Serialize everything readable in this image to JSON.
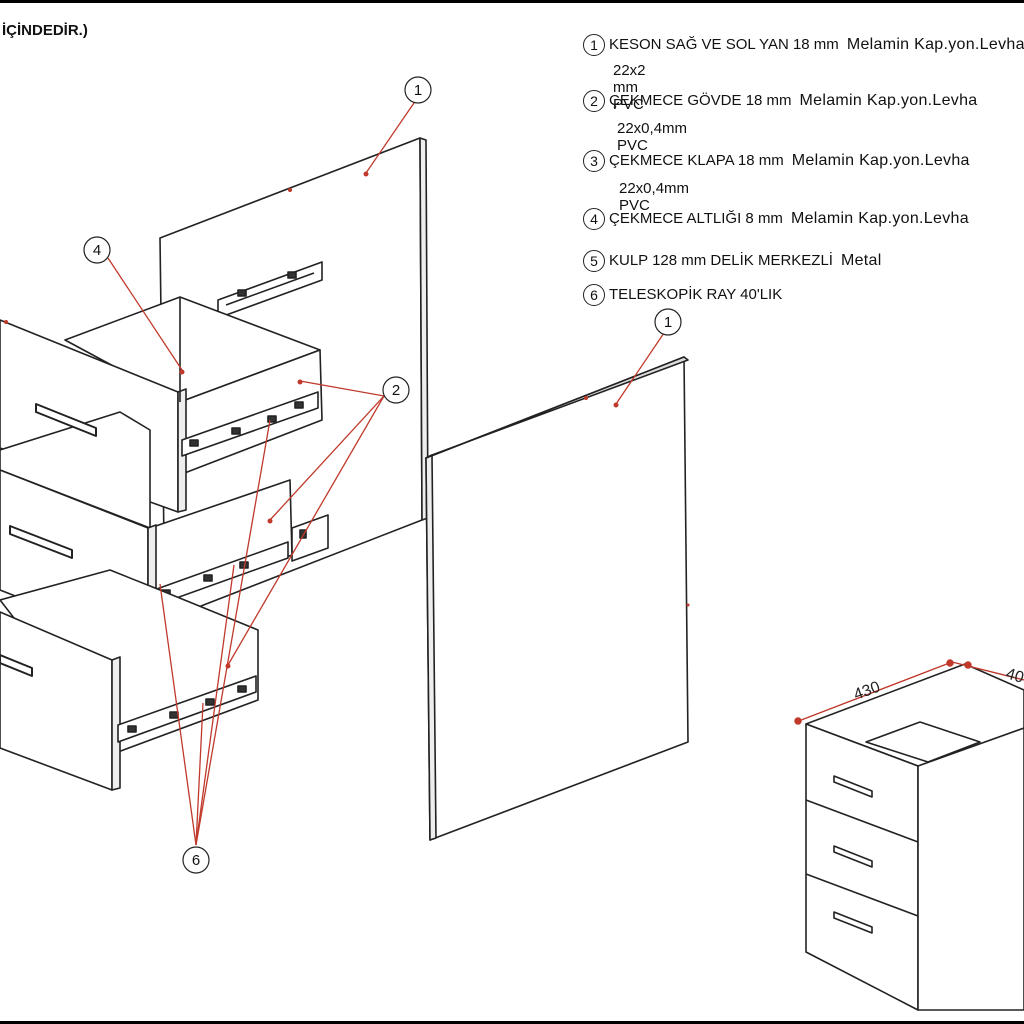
{
  "header_note": "İÇİNDEDİR.)",
  "legend": [
    {
      "num": "1",
      "part": "KESON SAĞ VE SOL YAN  18 mm",
      "material": "Melamin Kap.yon.Levha",
      "edge": "22x2 mm PVC"
    },
    {
      "num": "2",
      "part": "ÇEKMECE GÖVDE  18 mm",
      "material": "Melamin Kap.yon.Levha",
      "edge": "22x0,4mm PVC"
    },
    {
      "num": "3",
      "part": "ÇEKMECE KLAPA 18 mm",
      "material": "Melamin Kap.yon.Levha",
      "edge": "22x0,4mm PVC"
    },
    {
      "num": "4",
      "part": "ÇEKMECE ALTLIĞI  8 mm",
      "material": "Melamin Kap.yon.Levha",
      "edge": ""
    },
    {
      "num": "5",
      "part": "KULP 128 mm DELİK MERKEZLİ",
      "material": "Metal",
      "edge": ""
    },
    {
      "num": "6",
      "part": "TELESKOPİK RAY 40'LIK",
      "material": "",
      "edge": ""
    }
  ],
  "callouts": {
    "c1a": "1",
    "c1b": "1",
    "c2": "2",
    "c4": "4",
    "c6": "6"
  },
  "dimensions": {
    "width": "430",
    "depth": "40"
  },
  "colors": {
    "line": "#222222",
    "leader": "#c0392b",
    "paper": "#ffffff"
  }
}
